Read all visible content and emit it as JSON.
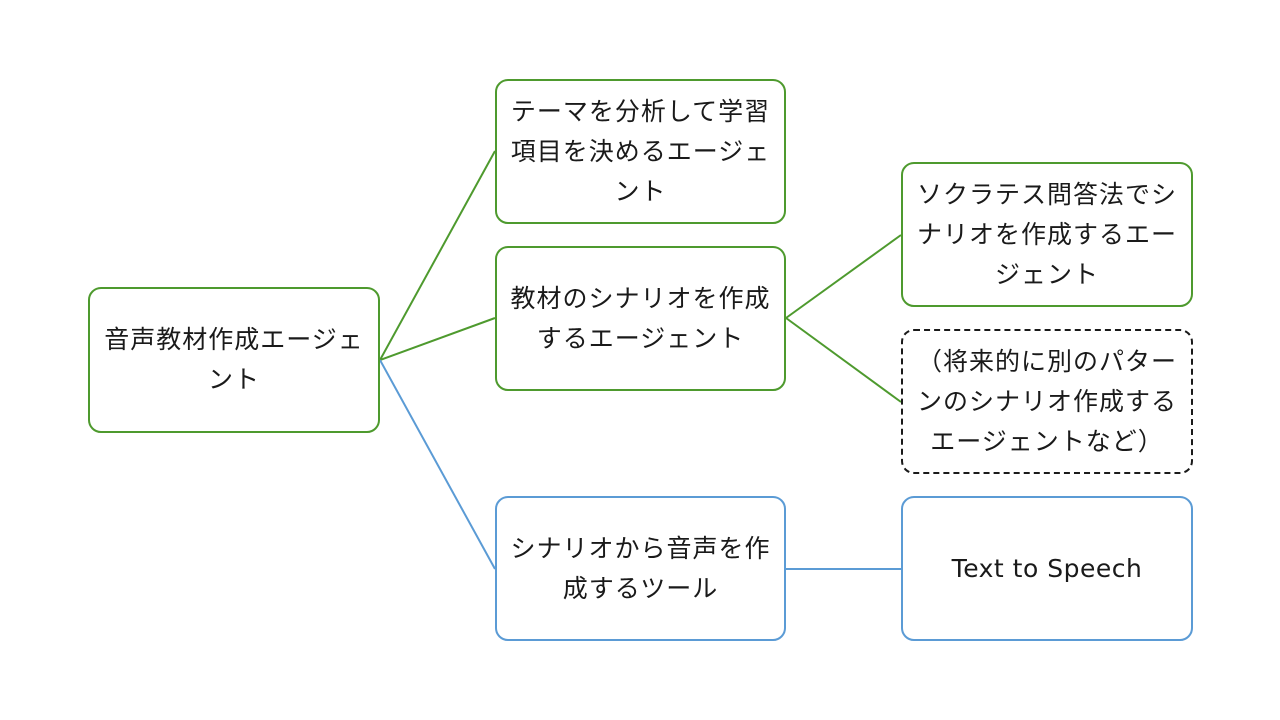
{
  "nodes": {
    "root": "音声教材作成エージェント",
    "theme_agent": "テーマを分析して学習項目を決めるエージェント",
    "scenario_agent": "教材のシナリオを作成するエージェント",
    "voice_tool": "シナリオから音声を作成するツール",
    "socratic_agent": "ソクラテス問答法でシナリオを作成するエージェント",
    "future_agents": "（将来的に別のパターンのシナリオ作成するエージェントなど）",
    "tts": "Text to Speech"
  },
  "colors": {
    "green": "#4e9a2e",
    "blue": "#5b9bd5",
    "dashed_border": "#1a1a1a",
    "text": "#1a1a1a"
  }
}
